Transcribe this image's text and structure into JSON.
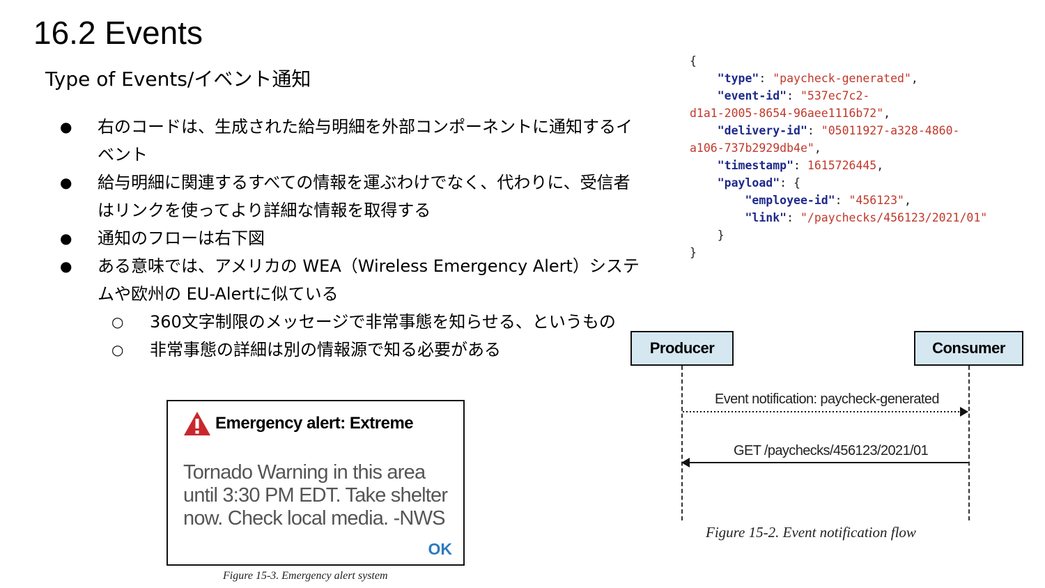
{
  "slide": {
    "title": "16.2 Events",
    "subtitle": "Type of Events/イベント通知"
  },
  "bullets": [
    {
      "text": "右のコードは、生成された給与明細を外部コンポーネントに通知するイベント"
    },
    {
      "text": "給与明細に関連するすべての情報を運ぶわけでなく、代わりに、受信者はリンクを使ってより詳細な情報を取得する"
    },
    {
      "text": "通知のフローは右下図"
    },
    {
      "text": "ある意味では、アメリカの WEA（Wireless Emergency Alert）システムや欧州の EU-Alertに似ている"
    }
  ],
  "sub_bullets": [
    {
      "text": "360文字制限のメッセージで非常事態を知らせる、というもの"
    },
    {
      "text": "非常事態の詳細は別の情報源で知る必要がある"
    }
  ],
  "code": {
    "open_brace": "{",
    "close_brace": "}",
    "type_key": "\"type\"",
    "type_val": "\"paycheck-generated\"",
    "event_id_key": "\"event-id\"",
    "event_id_val_1": "\"537ec7c2-",
    "event_id_val_2": "d1a1-2005-8654-96aee1116b72\"",
    "delivery_id_key": "\"delivery-id\"",
    "delivery_id_val_1": "\"05011927-a328-4860-",
    "delivery_id_val_2": "a106-737b2929db4e\"",
    "timestamp_key": "\"timestamp\"",
    "timestamp_val": "1615726445",
    "payload_key": "\"payload\"",
    "employee_id_key": "\"employee-id\"",
    "employee_id_val": "\"456123\"",
    "link_key": "\"link\"",
    "link_val": "\"/paychecks/456123/2021/01\""
  },
  "alert": {
    "title": "Emergency alert: Extreme",
    "body": "Tornado Warning in this area until 3:30 PM EDT. Take shelter now. Check local media. -NWS",
    "ok": "OK",
    "caption": "Figure 15-3. Emergency alert system",
    "icon": "warning-triangle-icon",
    "icon_color": "#c8282d"
  },
  "diagram": {
    "producer": "Producer",
    "consumer": "Consumer",
    "msg1": "Event notification: paycheck-generated",
    "msg2": "GET /paychecks/456123/2021/01",
    "caption": "Figure 15-2. Event notification flow",
    "box_color": "#d5e7f1"
  }
}
